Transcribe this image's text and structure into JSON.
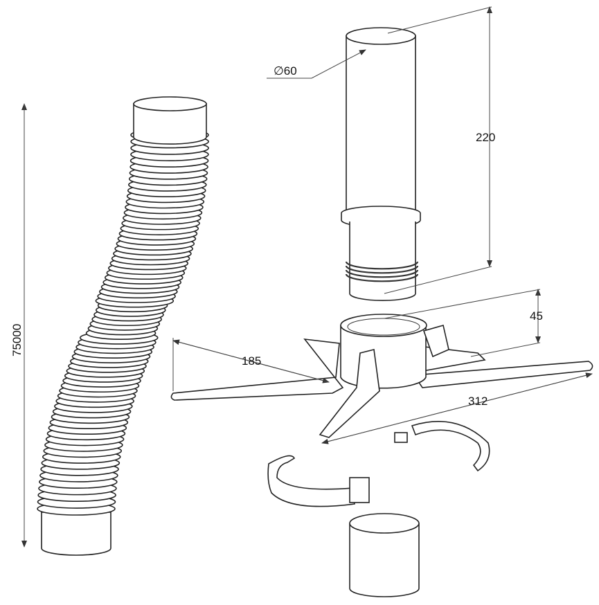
{
  "dimensions": {
    "diameter": "∅60",
    "tube_height": "220",
    "base_height": "45",
    "leg_length": "185",
    "base_width": "312",
    "hose_length": "75000"
  },
  "colors": {
    "line": "#222222",
    "background": "#ffffff"
  }
}
